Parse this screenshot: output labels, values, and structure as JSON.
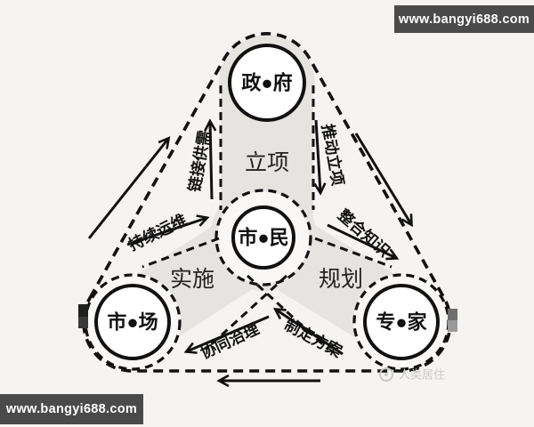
{
  "watermark": {
    "site_top": "www.bangyi688.com",
    "site_bottom": "www.bangyi688.com"
  },
  "brand": {
    "label": "人类居住"
  },
  "diagram": {
    "nodes": {
      "government": "政●府",
      "citizen": "市●民",
      "market": "市●场",
      "expert": "专●家"
    },
    "phases": {
      "initiation": "立项",
      "implementation": "实施",
      "planning": "规划"
    },
    "flows": {
      "link_supply_demand": "链接供需",
      "promote_initiation": "推动立项",
      "integrate_knowledge": "整合知识",
      "sustain_operations": "持续运维",
      "collaborative_governance": "协同治理",
      "formulate_plans": "制定方案"
    },
    "colors": {
      "line": "#111111",
      "arm_fill": "#e6e4e1",
      "background": "#f5f4f2",
      "watermark_bar": "#4a4a4a",
      "faint_mark": "#c9c9c9"
    }
  }
}
